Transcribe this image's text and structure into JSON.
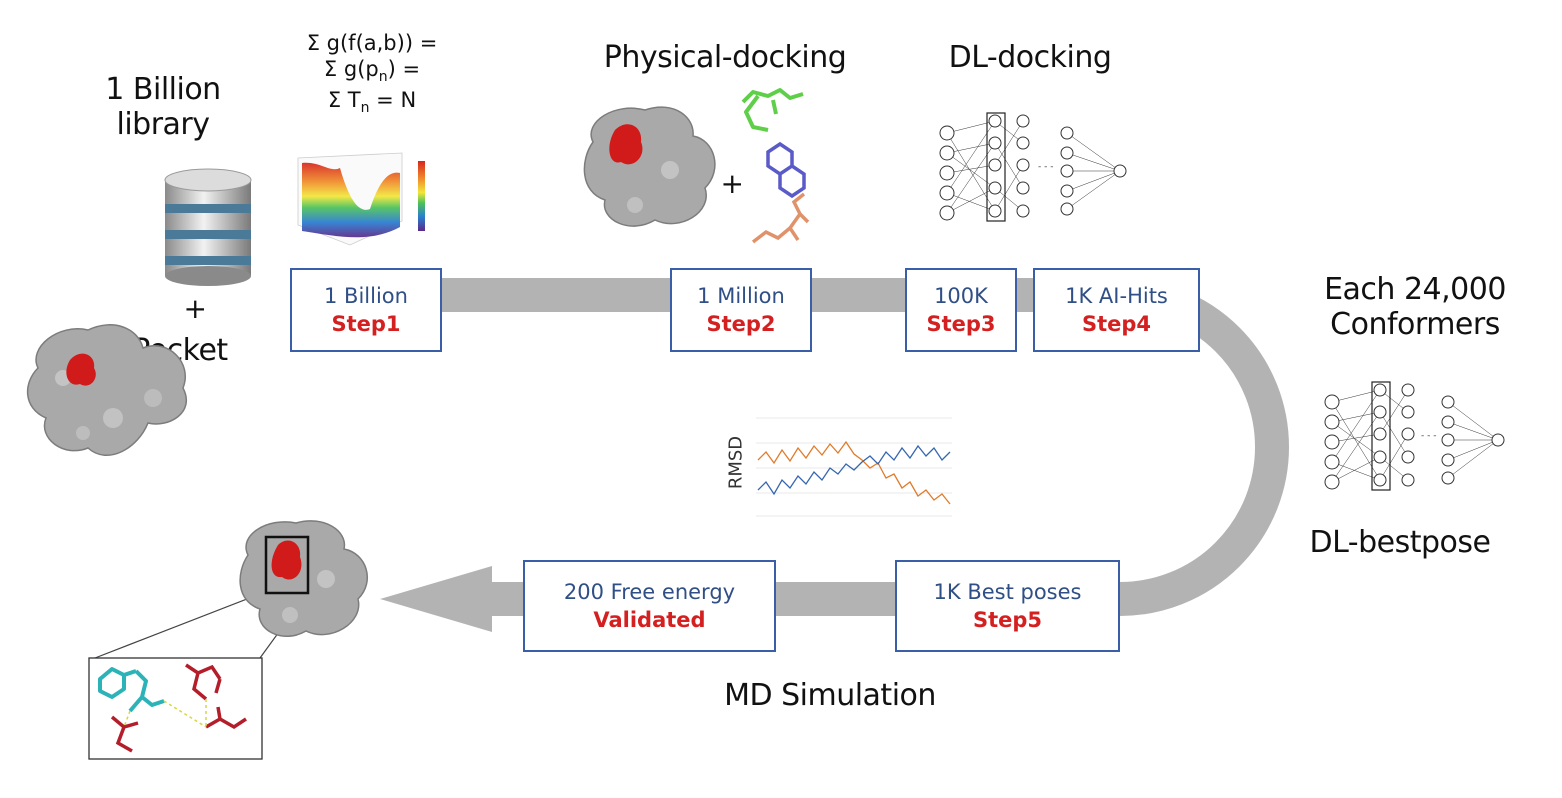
{
  "headings": {
    "library": "1 Billion library",
    "plus": "+",
    "pocket": "Pocket",
    "physical_docking": "Physical-docking",
    "dl_docking": "DL-docking",
    "conformers": "Each 24,000 Conformers",
    "dl_bestpose": "DL-bestpose",
    "md_simulation": "MD Simulation",
    "rmsd_label": "RMSD",
    "docking_plus": "+"
  },
  "formula": {
    "line1": "Σ g(f(a,b)) =",
    "line2_pre": "Σ g(p",
    "line2_sub": "n",
    "line2_post": ") =",
    "line3_pre": "Σ T",
    "line3_sub": "n",
    "line3_post": " = N"
  },
  "steps": [
    {
      "value": "1 Billion",
      "step": "Step1"
    },
    {
      "value": "1 Million",
      "step": "Step2"
    },
    {
      "value": "100K",
      "step": "Step3"
    },
    {
      "value": "1K AI-Hits",
      "step": "Step4"
    },
    {
      "value": "1K Best poses",
      "step": "Step5"
    },
    {
      "value": "200 Free energy",
      "step": "Validated"
    }
  ],
  "colors": {
    "box_border": "#3a5fa8",
    "value_text": "#2f4f86",
    "step_text": "#d42020",
    "flow_arrow": "#b3b3b3",
    "protein": "#a9a9a9",
    "pocket_ligand": "#d11a1a",
    "database": "#4a7a97",
    "rmsd_orange": "#e07b2a",
    "rmsd_blue": "#3567b0"
  }
}
